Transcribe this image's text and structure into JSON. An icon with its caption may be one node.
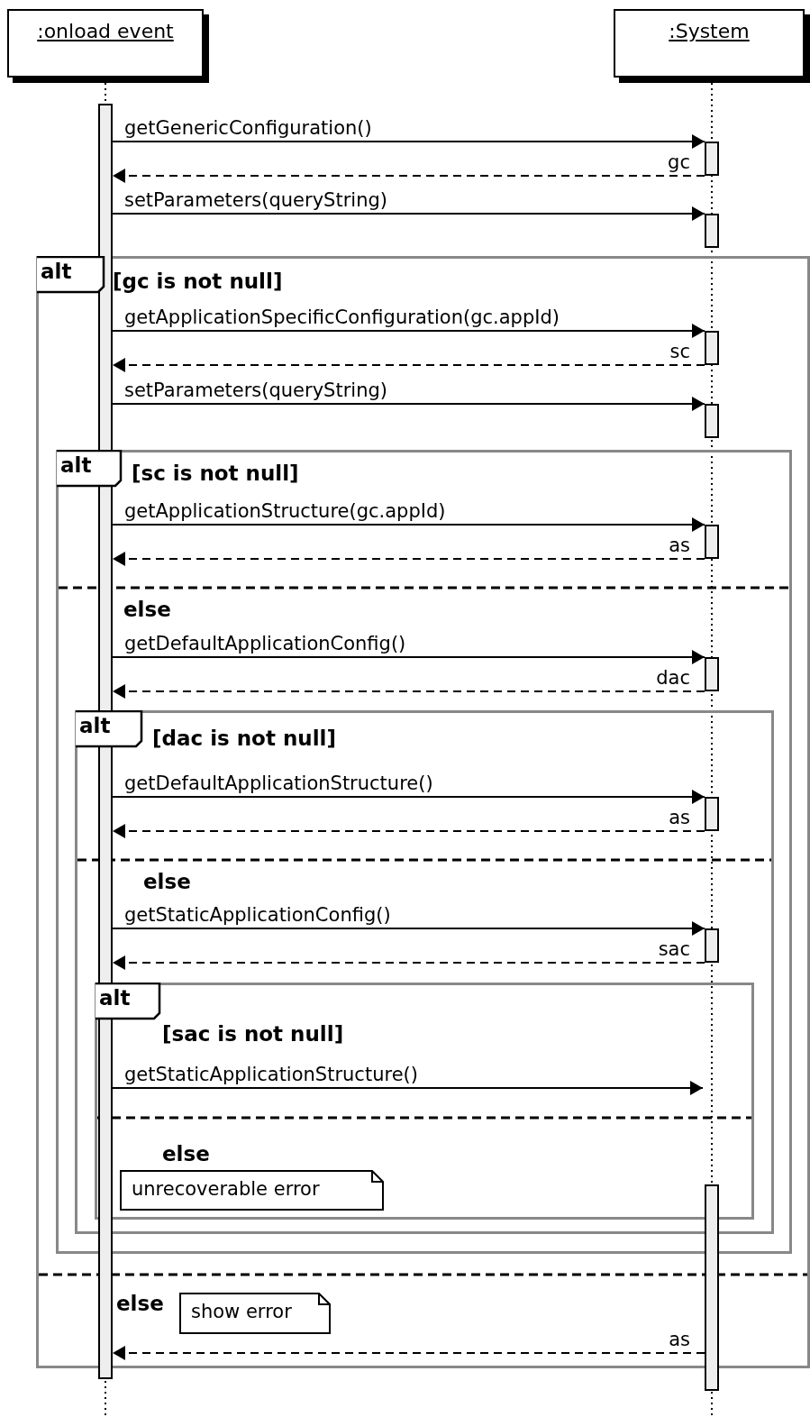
{
  "diagram": {
    "nodes": [
      {
        "text": [
          ":onload event"
        ]
      },
      {
        "text": [
          ":System"
        ]
      },
      {
        "text": [],
        "shape": "bar"
      },
      {
        "text": [],
        "shape": "bar"
      },
      {
        "text": [],
        "shape": "bar"
      },
      {
        "text": [
          "alt",
          "[gc is not null]",
          "else"
        ]
      },
      {
        "text": [],
        "shape": "bar",
        "in": 5
      },
      {
        "text": [],
        "shape": "bar",
        "in": 5
      },
      {
        "text": [
          "alt",
          "[sc is not null]",
          "else"
        ],
        "in": 5
      },
      {
        "text": [],
        "shape": "bar",
        "in": 8
      },
      {
        "text": [],
        "shape": "bar",
        "in": 8
      },
      {
        "text": [
          "alt",
          "[dac is not null]",
          "else"
        ],
        "in": 8
      },
      {
        "text": [],
        "shape": "bar",
        "in": 11
      },
      {
        "text": [],
        "shape": "bar",
        "in": 11
      },
      {
        "text": [
          "alt",
          "[sac is not null]",
          "else"
        ],
        "in": 11
      },
      {
        "text": [
          "unrecoverable error"
        ],
        "in": 14
      },
      {
        "text": [
          "show error"
        ],
        "in": 5
      },
      {
        "text": [],
        "shape": "bar"
      }
    ],
    "edges": [
      {
        "from": 2,
        "to": 3,
        "arrow": "to",
        "label": "getGenericConfiguration()"
      },
      {
        "from": 3,
        "to": 2,
        "arrow": "to",
        "label": "gc",
        "style": "dashed"
      },
      {
        "from": 2,
        "to": 4,
        "arrow": "to",
        "label": "setParameters(queryString)"
      },
      {
        "from": 2,
        "to": 6,
        "arrow": "to",
        "label": "getApplicationSpecificConfiguration(gc.appId)"
      },
      {
        "from": 6,
        "to": 2,
        "arrow": "to",
        "label": "sc",
        "style": "dashed"
      },
      {
        "from": 2,
        "to": 7,
        "arrow": "to",
        "label": "setParameters(queryString)"
      },
      {
        "from": 2,
        "to": 9,
        "arrow": "to",
        "label": "getApplicationStructure(gc.appId)"
      },
      {
        "from": 9,
        "to": 2,
        "arrow": "to",
        "label": "as",
        "style": "dashed"
      },
      {
        "from": 2,
        "to": 10,
        "arrow": "to",
        "label": "getDefaultApplicationConfig()"
      },
      {
        "from": 10,
        "to": 2,
        "arrow": "to",
        "label": "dac",
        "style": "dashed"
      },
      {
        "from": 2,
        "to": 12,
        "arrow": "to",
        "label": "getDefaultApplicationStructure()"
      },
      {
        "from": 12,
        "to": 2,
        "arrow": "to",
        "label": "as",
        "style": "dashed"
      },
      {
        "from": 2,
        "to": 13,
        "arrow": "to",
        "label": "getStaticApplicationConfig()"
      },
      {
        "from": 13,
        "to": 2,
        "arrow": "to",
        "label": "sac",
        "style": "dashed"
      },
      {
        "from": 2,
        "to": null,
        "arrow": "to",
        "label": "getStaticApplicationStructure()"
      },
      {
        "from": 17,
        "to": 2,
        "arrow": "to",
        "label": "as",
        "style": "dashed"
      }
    ]
  }
}
